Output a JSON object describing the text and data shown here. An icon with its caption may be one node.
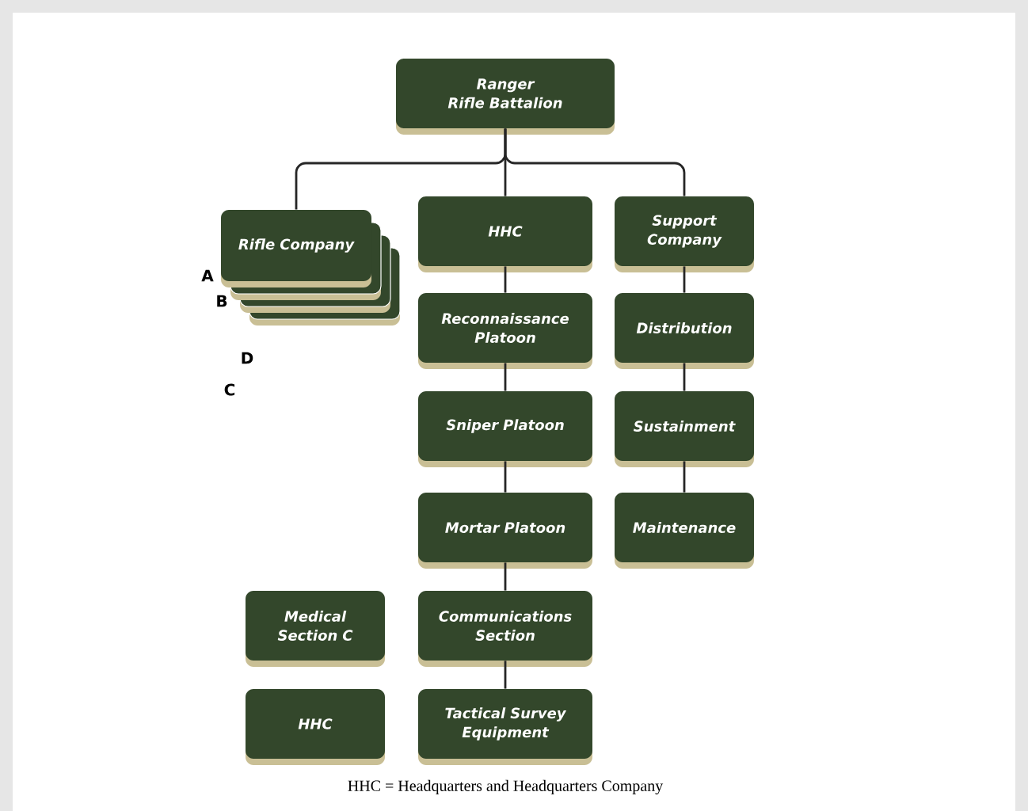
{
  "diagram": {
    "caption": "HHC = Headquarters and Headquarters Company",
    "nodes": [
      {
        "text": [
          "Ranger",
          "Rifle Battalion"
        ]
      },
      {
        "text": [
          "Rifle Company"
        ]
      },
      {
        "text": [
          "HHC"
        ]
      },
      {
        "text": [
          "Support Company"
        ]
      },
      {
        "text": [
          "Reconnaissance Platoon"
        ]
      },
      {
        "text": [
          "Distribution"
        ]
      },
      {
        "text": [
          "Sniper Platoon"
        ]
      },
      {
        "text": [
          "Sustainment"
        ]
      },
      {
        "text": [
          "Mortar Platoon"
        ]
      },
      {
        "text": [
          "Maintenance"
        ]
      },
      {
        "text": [
          "Medical Section C"
        ]
      },
      {
        "text": [
          "Communications Section"
        ]
      },
      {
        "text": [
          "HHC"
        ]
      },
      {
        "text": [
          "Tactical Survey Equipment"
        ]
      }
    ],
    "edges": [
      {
        "from": 0,
        "to": 1,
        "arrow": "none"
      },
      {
        "from": 0,
        "to": 2,
        "arrow": "none"
      },
      {
        "from": 0,
        "to": 3,
        "arrow": "none"
      },
      {
        "from": 2,
        "to": 4,
        "arrow": "none"
      },
      {
        "from": 4,
        "to": 6,
        "arrow": "none"
      },
      {
        "from": 6,
        "to": 8,
        "arrow": "none"
      },
      {
        "from": 8,
        "to": 11,
        "arrow": "none"
      },
      {
        "from": 11,
        "to": 13,
        "arrow": "none"
      },
      {
        "from": 3,
        "to": 5,
        "arrow": "none"
      },
      {
        "from": 5,
        "to": 7,
        "arrow": "none"
      },
      {
        "from": 7,
        "to": 9,
        "arrow": "none"
      }
    ],
    "labels": [
      "A",
      "B",
      "D",
      "C"
    ]
  }
}
